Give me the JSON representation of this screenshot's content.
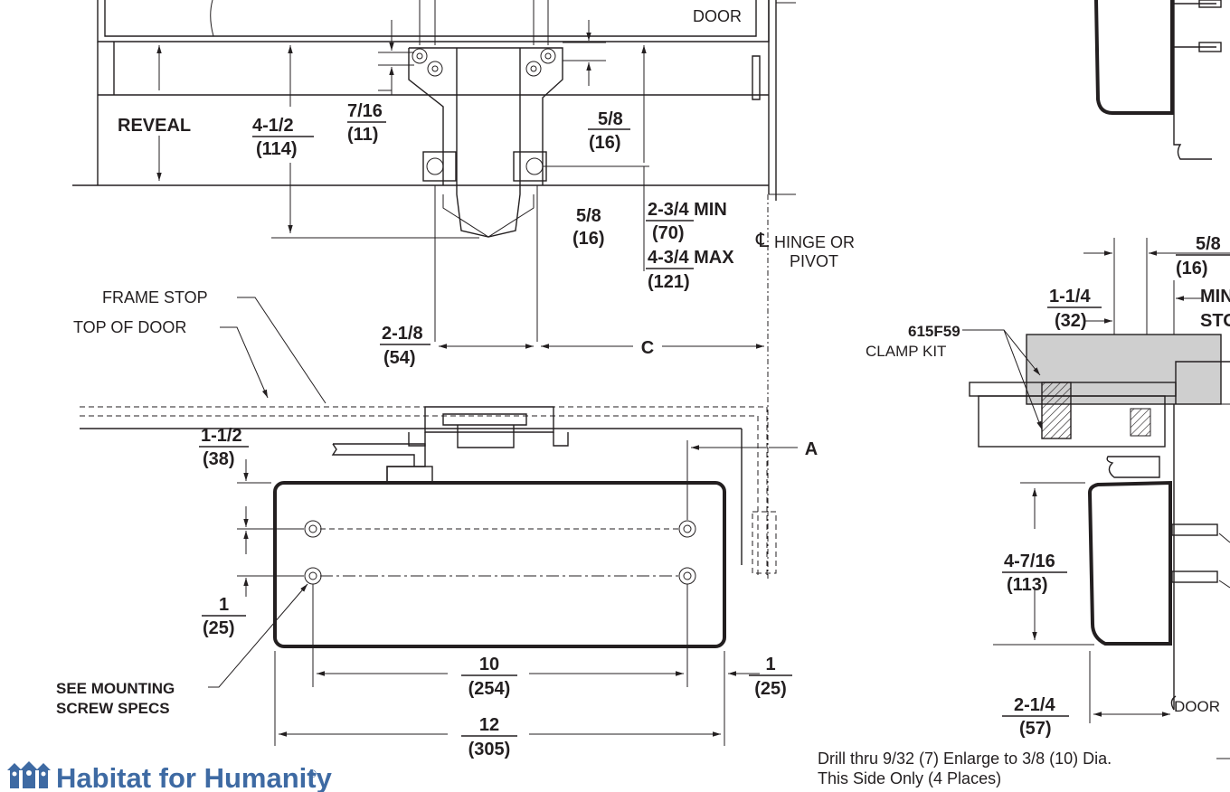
{
  "labels": {
    "door_top": "DOOR",
    "reveal": "REVEAL",
    "d_4_1_2": "4-1/2",
    "d_114": "(114)",
    "d_7_16": "7/16",
    "d_11": "(11)",
    "d_5_8_a": "5/8",
    "d_16_a": "(16)",
    "d_5_8_b": "5/8",
    "d_16_b": "(16)",
    "d_2_3_4_min": "2-3/4 MIN",
    "d_70": "(70)",
    "d_4_3_4_max": "4-3/4 MAX",
    "d_121": "(121)",
    "hinge_1": "HINGE OR",
    "hinge_2": "PIVOT",
    "frame_stop": "FRAME STOP",
    "top_of_door": "TOP OF DOOR",
    "d_2_1_8": "2-1/8",
    "d_54": "(54)",
    "c": "C",
    "a": "A",
    "d_1_1_2": "1-1/2",
    "d_38": "(38)",
    "d_1_a": "1",
    "d_25_a": "(25)",
    "see_mounting_1": "SEE MOUNTING",
    "see_mounting_2": "SCREW SPECS",
    "d_10": "10",
    "d_254": "(254)",
    "d_1_b": "1",
    "d_25_b": "(25)",
    "d_12": "12",
    "d_305": "(305)",
    "d_5_8_r": "5/8",
    "d_16_r": "(16)",
    "d_1_1_4": "1-1/4",
    "d_32": "(32)",
    "min_stop_1": "MIN",
    "min_stop_2": "STO",
    "part_615": "615F59",
    "clamp_kit": "CLAMP KIT",
    "d_4_7_16": "4-7/16",
    "d_113": "(113)",
    "d_2_1_4": "2-1/4",
    "d_57": "(57)",
    "door_right": "DOOR",
    "drill_1": "Drill thru 9/32 (7) Enlarge to 3/8 (10) Dia.",
    "drill_2": "This Side Only (4 Places)",
    "logo_text": "Habitat for Humanity",
    "logo_mark": "®"
  },
  "colors": {
    "ink": "#231f20",
    "logo": "#3e6aa3",
    "shade": "#cfcfcf"
  }
}
